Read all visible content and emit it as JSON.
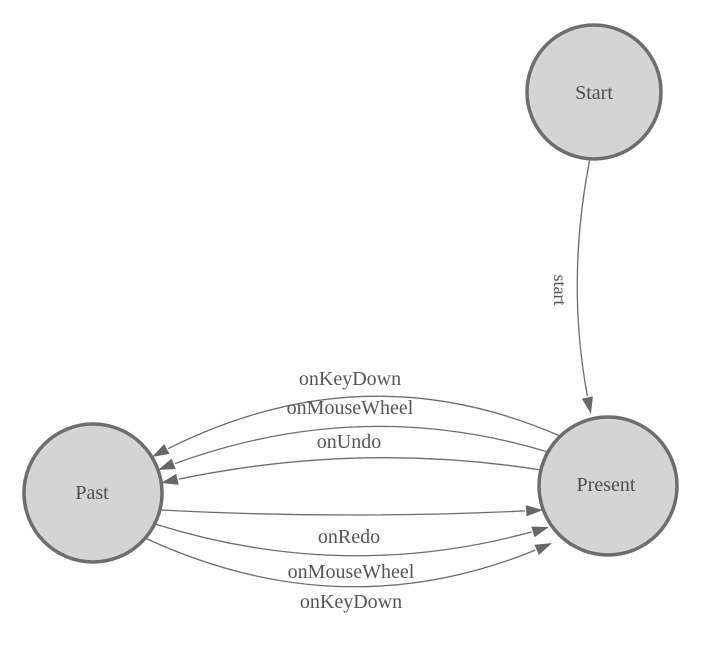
{
  "diagram": {
    "type": "state-machine",
    "colors": {
      "background": "#ffffff",
      "node_fill": "#d4d4d4",
      "node_stroke": "#6d6d6d",
      "edge_stroke": "#6d6d6d",
      "arrow_fill": "#676767",
      "label_text": "#555555"
    },
    "nodes": [
      {
        "id": "start",
        "label": "Start"
      },
      {
        "id": "present",
        "label": "Present"
      },
      {
        "id": "past",
        "label": "Past"
      }
    ],
    "edges": [
      {
        "from": "start",
        "to": "present",
        "label": "start"
      },
      {
        "from": "present",
        "to": "past",
        "label": "onKeyDown"
      },
      {
        "from": "present",
        "to": "past",
        "label": "onMouseWheel"
      },
      {
        "from": "present",
        "to": "past",
        "label": "onUndo"
      },
      {
        "from": "past",
        "to": "present",
        "label": "onRedo"
      },
      {
        "from": "past",
        "to": "present",
        "label": "onMouseWheel"
      },
      {
        "from": "past",
        "to": "present",
        "label": "onKeyDown"
      }
    ]
  }
}
